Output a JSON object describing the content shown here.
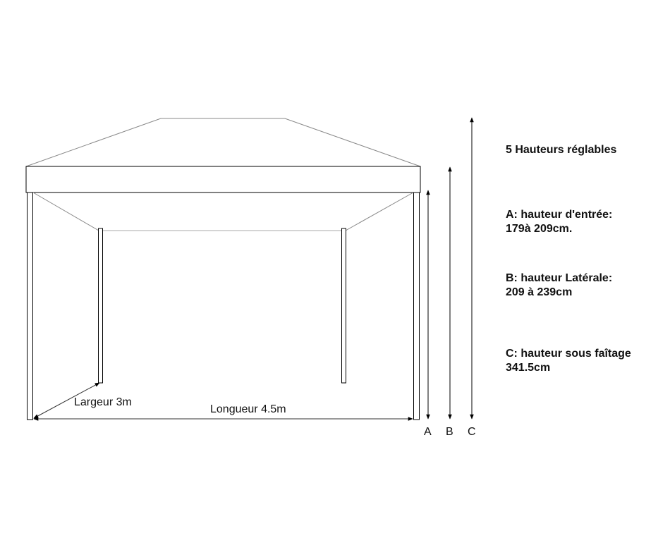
{
  "title": "5 Hauteurs réglables",
  "heights": [
    {
      "letter": "A",
      "line1": "A: hauteur d'entrée:",
      "line2": "179à 209cm."
    },
    {
      "letter": "B",
      "line1": "B: hauteur Latérale:",
      "line2": "209 à 239cm"
    },
    {
      "letter": "C",
      "line1": "C: hauteur sous faîtage",
      "line2": "341.5cm"
    }
  ],
  "dimensions": {
    "width_label": "Largeur  3m",
    "length_label": "Longueur  4.5m"
  }
}
